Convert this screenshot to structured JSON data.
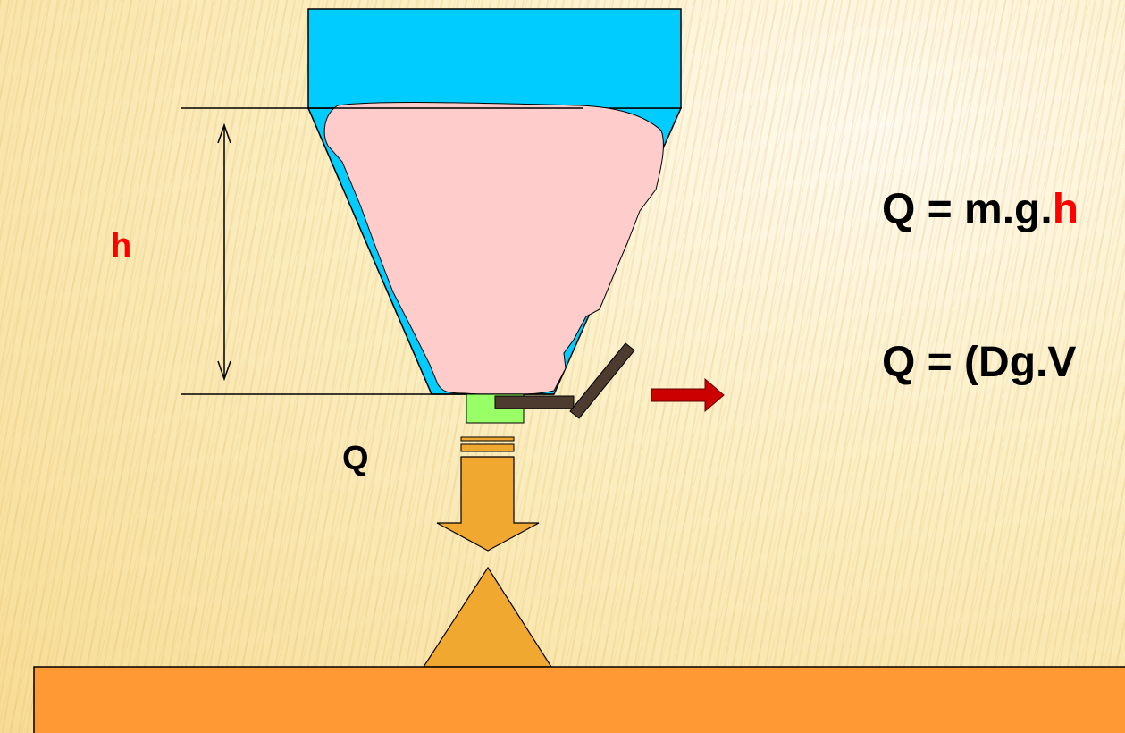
{
  "labels": {
    "height": "h",
    "energy": "Q"
  },
  "formulas": {
    "line1_prefix": "Q = m.g.",
    "line1_variable": "h",
    "line2": "Q = (Dg.V"
  },
  "colors": {
    "hopper_top": "#00ccff",
    "hopper_cone": "#00ccff",
    "material": "#ffcccc",
    "valve": "#99ff66",
    "flap": "#4d3b30",
    "motion_arrow": "#cc0000",
    "flow_arrow": "#f0a830",
    "pile": "#f0a830",
    "ground": "#ff9933",
    "highlight_text": "#ff0000"
  }
}
